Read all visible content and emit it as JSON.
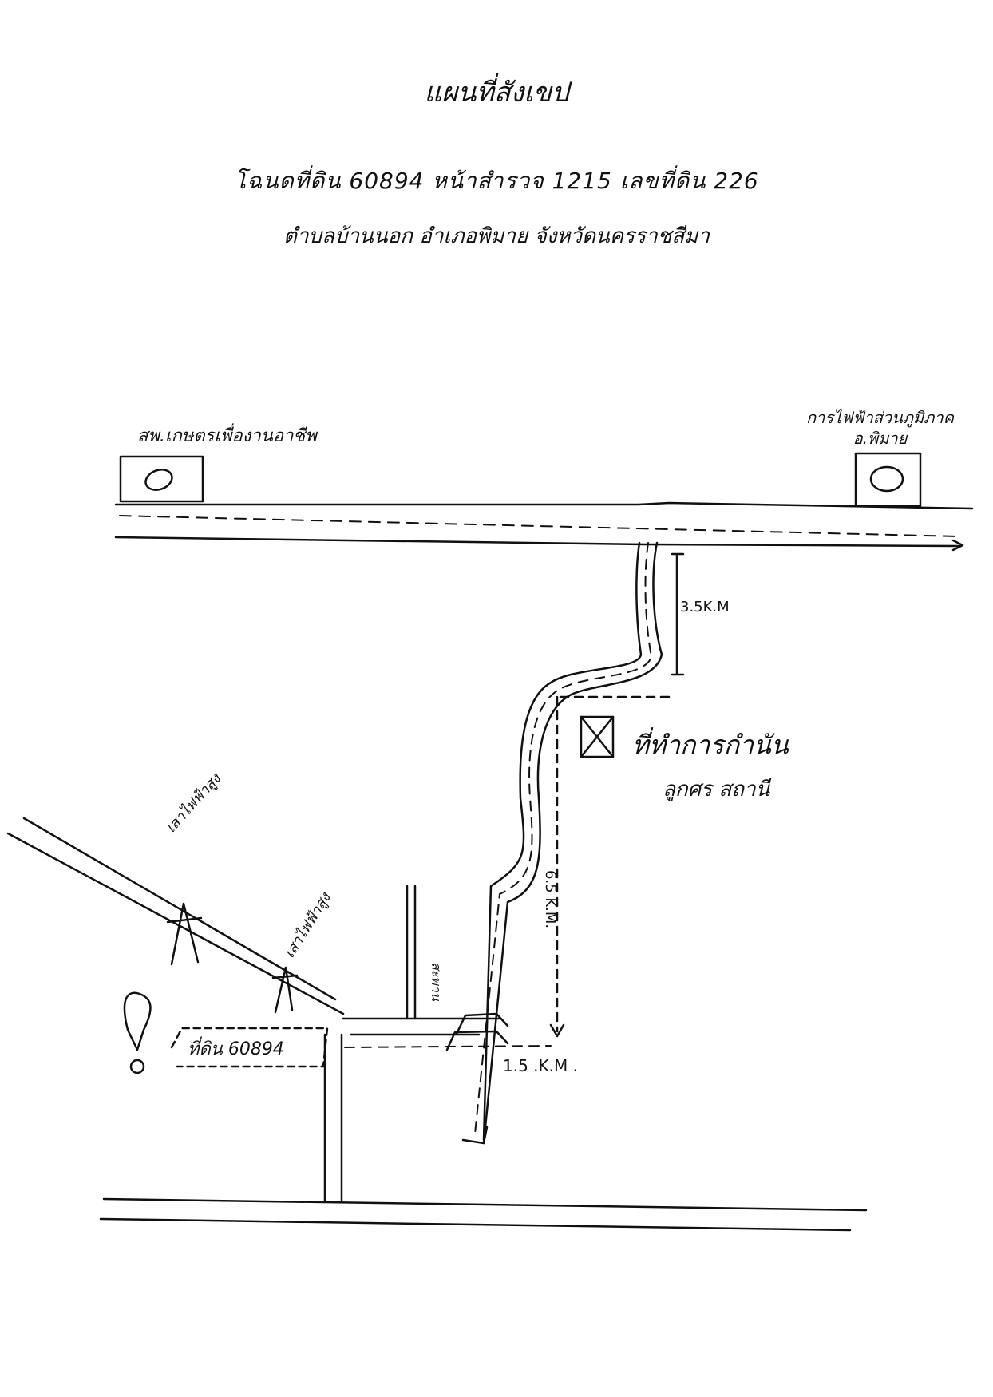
{
  "title": "แผนที่สังเขป",
  "deed_line": "โฉนดที่ดิน 60894  หน้าสำรวจ 1215  เลขที่ดิน 226",
  "address_line": "ตำบลบ้านนอก  อำเภอพิมาย  จังหวัดนครราชสีมา",
  "landmarks": {
    "school": "สพ.เกษตรเพื่องานอาชีพ",
    "electricity_office": "การไฟฟ้าส่วนภูมิภาค",
    "electricity_office_sub": "อ.พิมาย",
    "site_office": "ที่ทำการกำนัน",
    "site_office_sub": "ลูกศร สถานี",
    "pole_1": "เสาไฟฟ้าสูง",
    "pole_2": "เสาไฟฟ้าสูง",
    "bridge": "สะพาน",
    "plot": "ที่ดิน 60894"
  },
  "distances": {
    "top_segment": "3.5K.M",
    "middle_segment": "6.5 K.M.",
    "bottom_segment": "1.5 .K.M ."
  }
}
